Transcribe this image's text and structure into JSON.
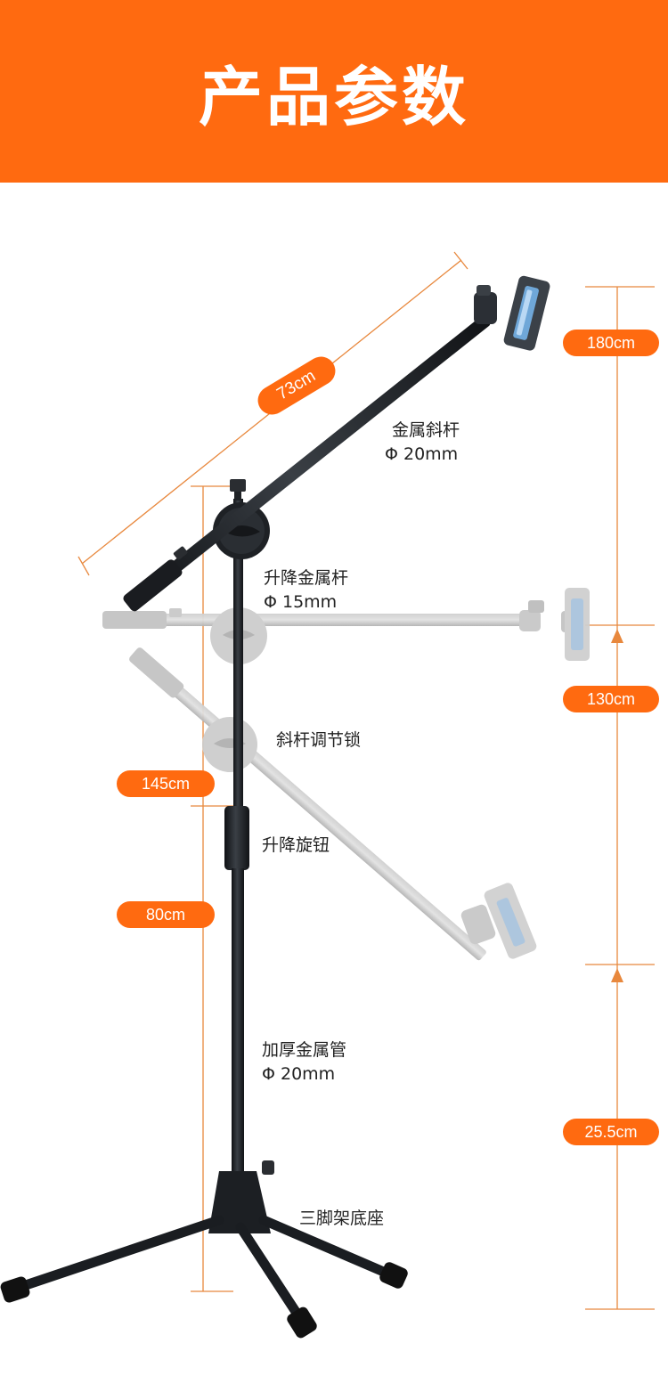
{
  "header": {
    "title": "产品参数"
  },
  "dimensions": {
    "boom_length": "73cm",
    "max_height": "180cm",
    "mid_height": "130cm",
    "base_height_right": "25.5cm",
    "left_total": "145cm",
    "left_lower": "80cm"
  },
  "parts": {
    "boom_arm": {
      "name": "金属斜杆",
      "spec": "Φ 20mm"
    },
    "lift_rod": {
      "name": "升降金属杆",
      "spec": "Φ 15mm"
    },
    "boom_lock": {
      "name": "斜杆调节锁"
    },
    "lift_knob": {
      "name": "升降旋钮"
    },
    "main_tube": {
      "name": "加厚金属管",
      "spec": "Φ 20mm"
    },
    "tripod_base": {
      "name": "三脚架底座"
    }
  },
  "colors": {
    "accent": "#ff6a10",
    "metal_dark": "#1f2226",
    "ghost": "#b8b8b8"
  }
}
